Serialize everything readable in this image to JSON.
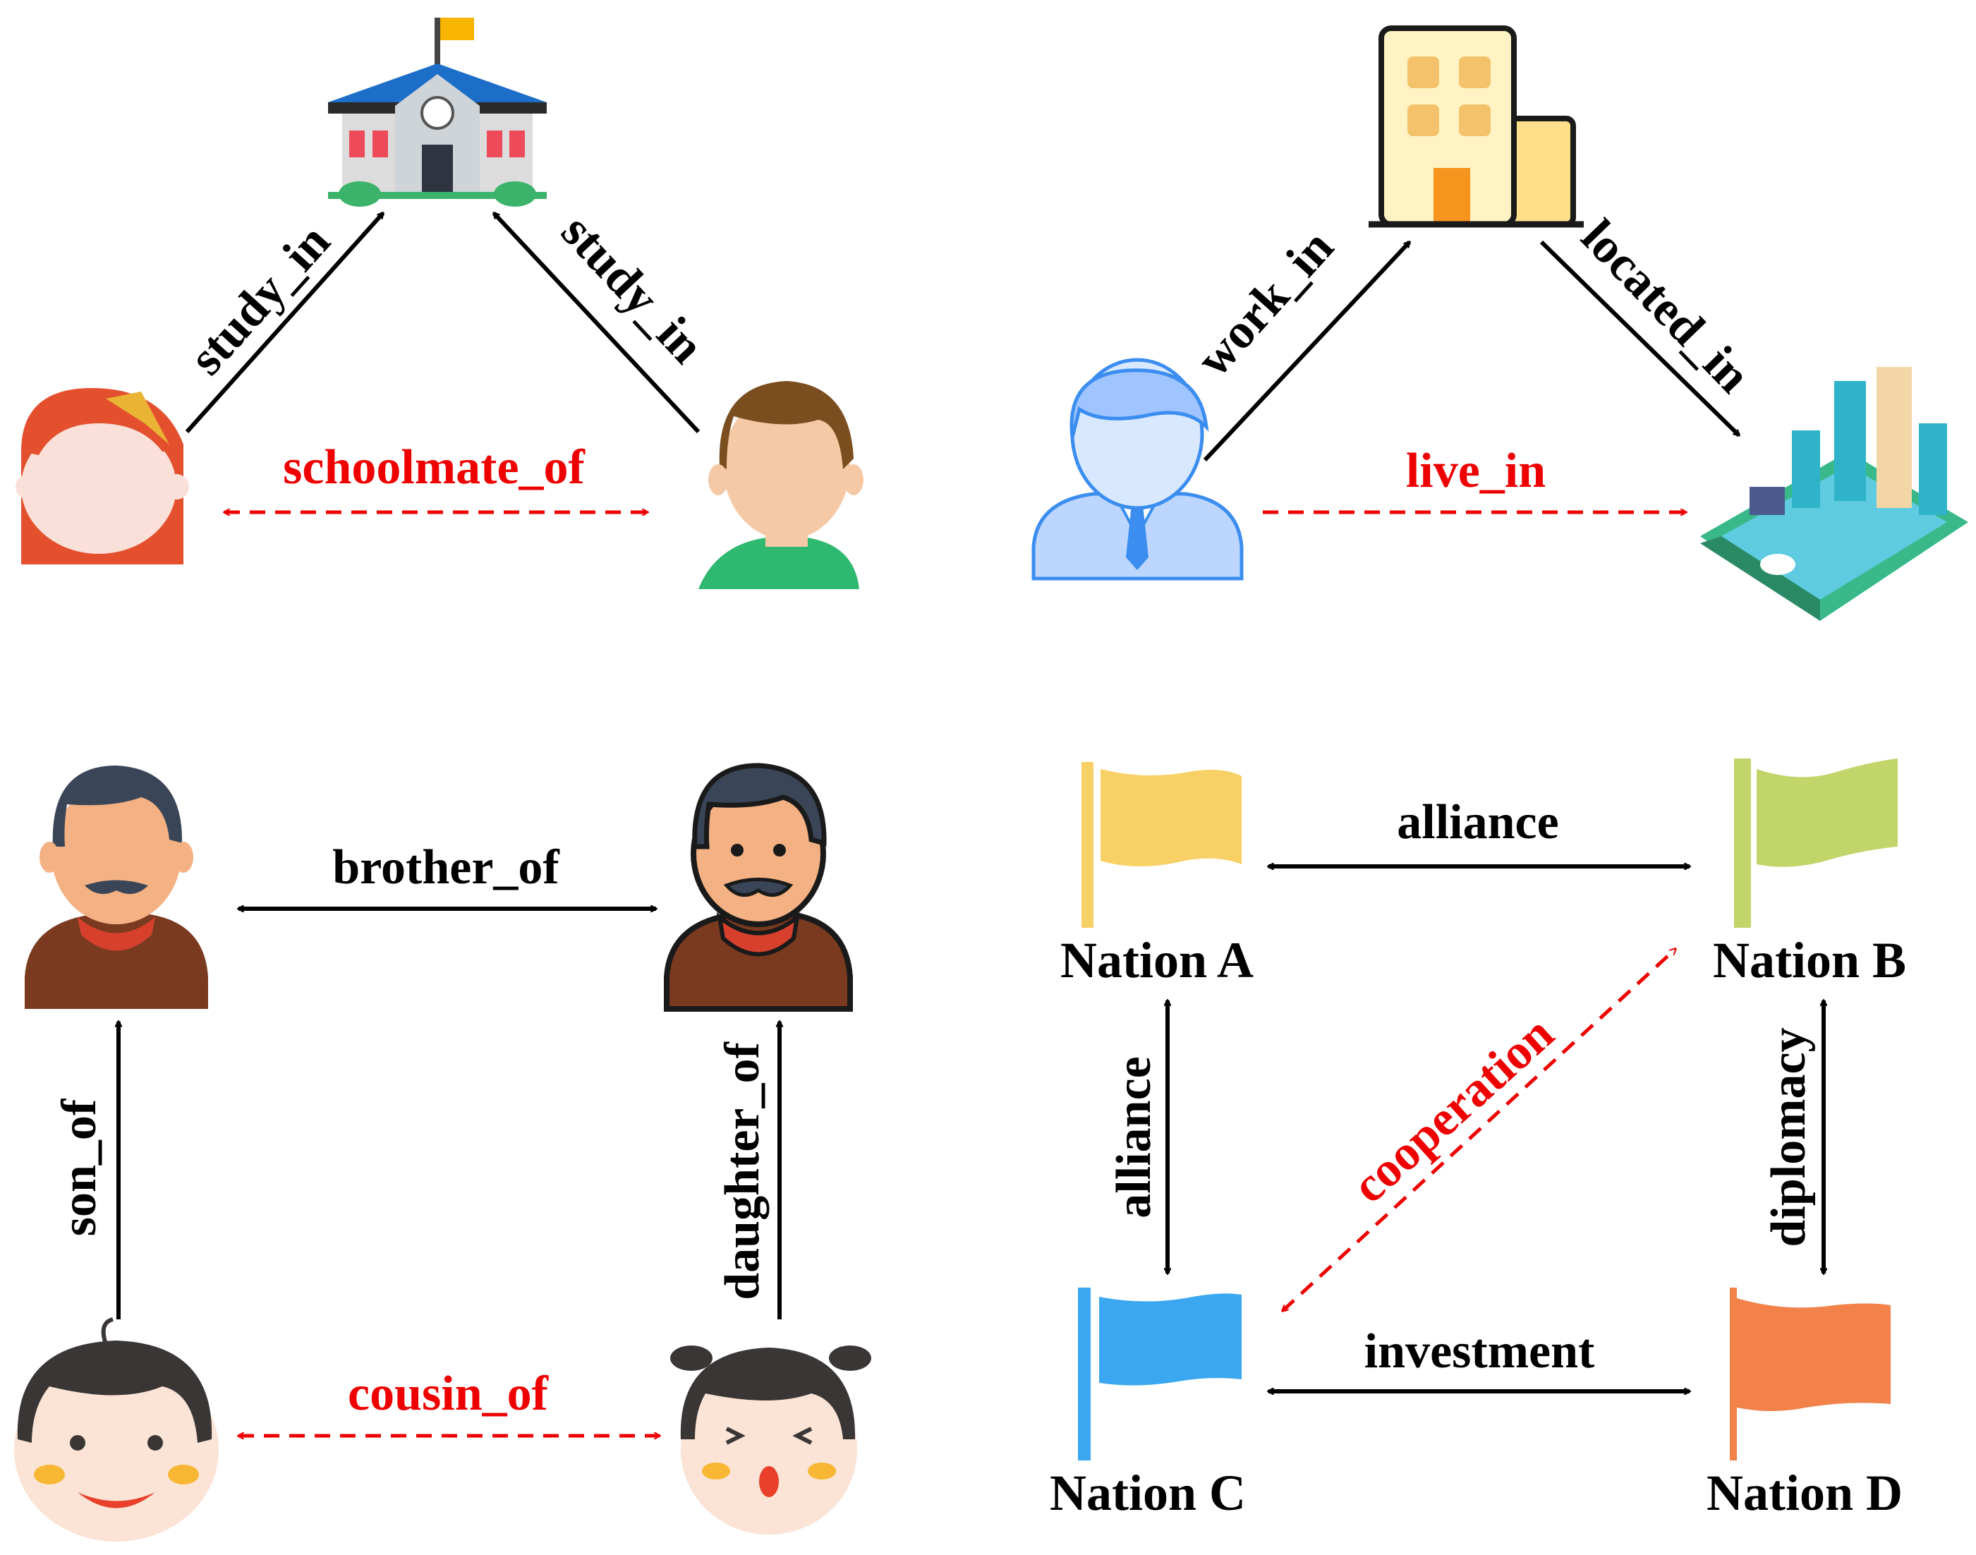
{
  "panels": {
    "school": {
      "relations": [
        {
          "label": "study_in",
          "style": "solid"
        },
        {
          "label": "study_in",
          "style": "solid"
        },
        {
          "label": "schoolmate_of",
          "style": "dashed-red"
        }
      ]
    },
    "work": {
      "relations": [
        {
          "label": "work_in",
          "style": "solid"
        },
        {
          "label": "located_in",
          "style": "solid"
        },
        {
          "label": "live_in",
          "style": "dashed-red"
        }
      ]
    },
    "family": {
      "relations": [
        {
          "label": "brother_of",
          "style": "solid"
        },
        {
          "label": "son_of",
          "style": "solid"
        },
        {
          "label": "daughter_of",
          "style": "solid"
        },
        {
          "label": "cousin_of",
          "style": "dashed-red"
        }
      ]
    },
    "nations": {
      "nodes": [
        {
          "name": "Nation A",
          "color": "#f8d166"
        },
        {
          "name": "Nation B",
          "color": "#c2d56a"
        },
        {
          "name": "Nation C",
          "color": "#3aa7f0"
        },
        {
          "name": "Nation D",
          "color": "#f2814a"
        }
      ],
      "relations": [
        {
          "label": "alliance",
          "style": "solid"
        },
        {
          "label": "alliance",
          "style": "solid"
        },
        {
          "label": "diplomacy",
          "style": "solid"
        },
        {
          "label": "investment",
          "style": "solid"
        },
        {
          "label": "cooperation",
          "style": "dashed-red"
        }
      ]
    }
  },
  "colors": {
    "inferred": "#ee0000",
    "given": "#000000"
  },
  "icons": [
    "school-building-icon",
    "girl-red-hair-icon",
    "boy-green-shirt-icon",
    "office-building-icon",
    "businessman-icon",
    "city-icon",
    "man-mustache-icon",
    "man-mustache-icon",
    "boy-face-icon",
    "girl-face-icon",
    "flag-icon"
  ]
}
